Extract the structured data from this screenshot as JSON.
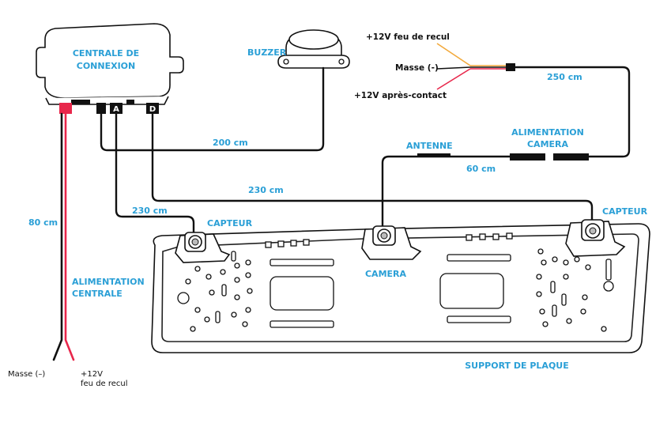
{
  "labels": {
    "central_title_1": "CENTRALE DE",
    "central_title_2": "CONNEXION",
    "buzzer": "BUZZER",
    "feu_recul_top": "+12V feu de recul",
    "masse_top": "Masse (-)",
    "apres_contact": "+12V après-contact",
    "len_250": "250 cm",
    "len_200": "200 cm",
    "antenne": "ANTENNE",
    "alim_camera_1": "ALIMENTATION",
    "alim_camera_2": "CAMERA",
    "len_60": "60 cm",
    "len_230_a": "230 cm",
    "len_230_b": "230 cm",
    "capteur_left": "CAPTEUR",
    "capteur_right": "CAPTEUR",
    "camera": "CAMERA",
    "len_80": "80 cm",
    "alim_centrale_1": "ALIMENTATION",
    "alim_centrale_2": "CENTRALE",
    "masse_bottom": "Masse (–)",
    "v12_bottom": "+12V",
    "feu_recul_bottom": "feu de recul",
    "support": "SUPPORT DE PLAQUE",
    "port_a": "A",
    "port_d": "D"
  },
  "colors": {
    "label_blue": "#2a9fd6",
    "wire_black": "#111111",
    "wire_red": "#e8274b",
    "wire_orange": "#f2a93b"
  }
}
